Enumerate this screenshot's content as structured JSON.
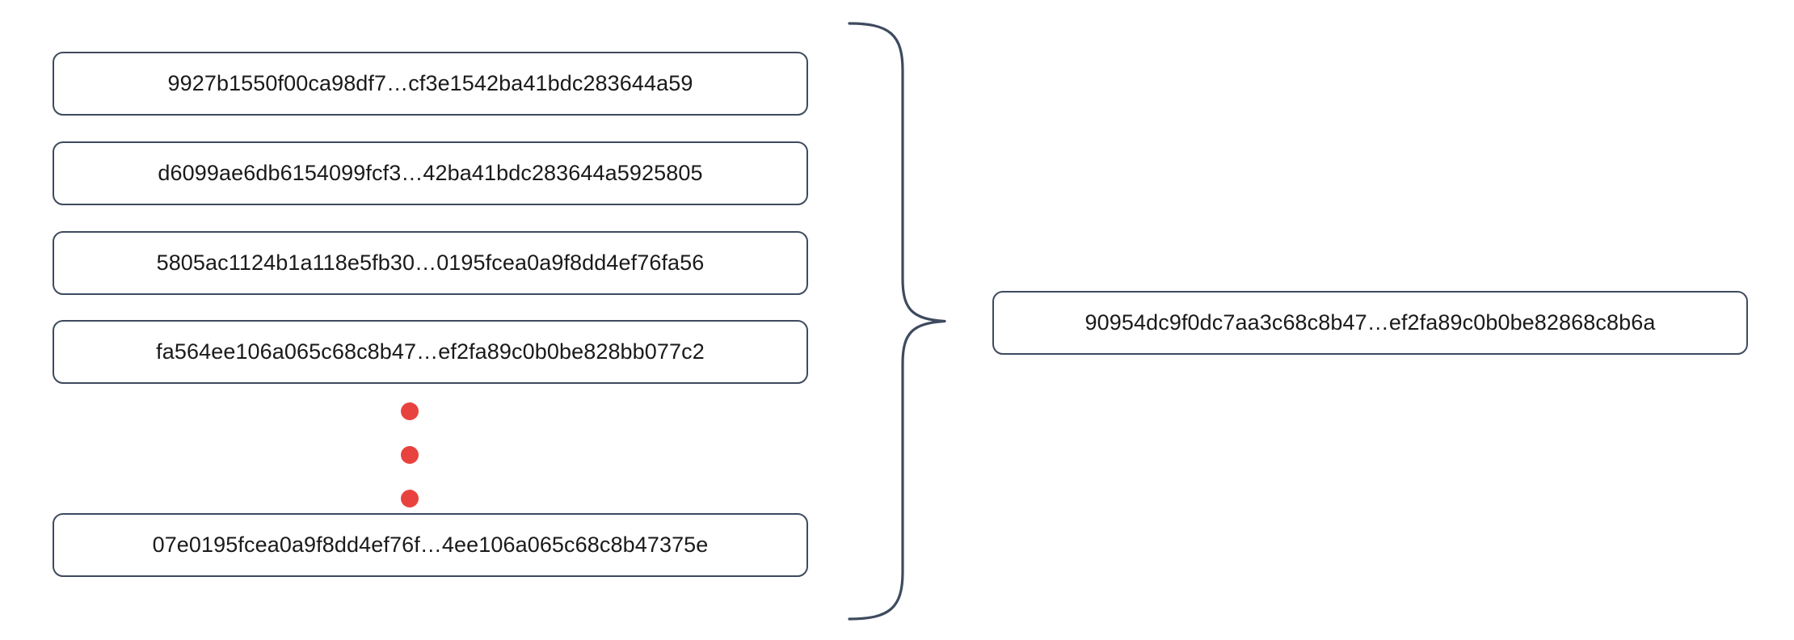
{
  "diagram": {
    "title_text": "",
    "colors": {
      "box_border": "#3e4a5e",
      "box_fill": "#ffffff",
      "text": "#1a1a1a",
      "ellipsis_dot": "#e8423f",
      "brace_stroke": "#3e4a5e",
      "background": "#ffffff"
    },
    "inputs": {
      "items": [
        {
          "hash": "9927b1550f00ca98df7…cf3e1542ba41bdc283644a59"
        },
        {
          "hash": "d6099ae6db6154099fcf3…42ba41bdc283644a5925805"
        },
        {
          "hash": "5805ac1124b1a118e5fb30…0195fcea0a9f8dd4ef76fa56"
        },
        {
          "hash": "fa564ee106a065c68c8b47…ef2fa89c0b0be828bb077c2"
        },
        {
          "hash": "07e0195fcea0a9f8dd4ef76f…4ee106a065c68c8b47375e"
        }
      ],
      "ellipsis": {
        "name": "vertical-ellipsis",
        "dot_count": 3
      }
    },
    "connector": {
      "name": "curly-brace",
      "orientation": "right-pointing",
      "glyph": "}"
    },
    "output": {
      "hash": "90954dc9f0dc7aa3c68c8b47…ef2fa89c0b0be82868c8b6a"
    }
  }
}
